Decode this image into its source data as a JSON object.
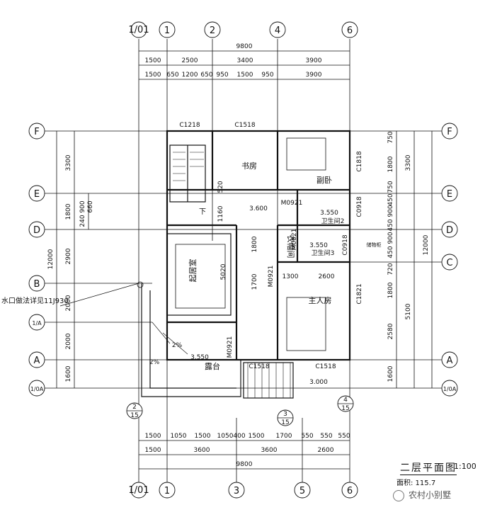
{
  "overall_dims": {
    "top_total": "9800",
    "top_row1": [
      "1500",
      "2500",
      "3400",
      "3900"
    ],
    "top_row2": [
      "1500",
      "650",
      "1200",
      "650",
      "950",
      "1500",
      "950",
      "3900"
    ],
    "bottom_row1": [
      "1500",
      "1050",
      "1500",
      "1050",
      "400",
      "1500",
      "1700",
      "550",
      "550",
      "550"
    ],
    "bottom_row2": [
      "1500",
      "3600",
      "3600",
      "2600"
    ],
    "bottom_total": "9800",
    "left_total": "12000",
    "left_segments": [
      "3300",
      "1800",
      "2900",
      "2000",
      "2000",
      "1600"
    ],
    "left_inner": [
      "240",
      "900",
      "660"
    ],
    "right_total": "12000",
    "right_segments_a": [
      "750",
      "1800",
      "750",
      "450",
      "900",
      "450",
      "900",
      "450",
      "720",
      "1800",
      "2580",
      "1600"
    ],
    "right_segments_b": [
      "3300",
      "5100"
    ]
  },
  "grid_top": [
    "1/01",
    "1",
    "2",
    "4",
    "6"
  ],
  "grid_bottom": [
    "1/01",
    "1",
    "3",
    "5",
    "6"
  ],
  "grid_left": [
    "F",
    "E",
    "D",
    "B",
    "1/A",
    "A",
    "1/0A"
  ],
  "grid_right": [
    "F",
    "E",
    "D",
    "C",
    "A",
    "1/0A"
  ],
  "rooms": {
    "study": "书房",
    "guest_bedroom": "副卧",
    "living_room": "起居室",
    "master_bedroom": "主人房",
    "terrace": "露台",
    "walk_in_closet": "衣帽间",
    "bathroom2": "卫生间2",
    "bathroom3": "卫生间3",
    "down": "下",
    "cabinet": "储物柜"
  },
  "windows_doors": [
    "C1218",
    "C1518",
    "C1818",
    "C0918",
    "C0918",
    "C1821",
    "M0921",
    "M0821",
    "M0921",
    "M0921",
    "C1518",
    "C1518"
  ],
  "levels": [
    "3.600",
    "3.550",
    "3.550",
    "3.550",
    "3.000"
  ],
  "misc_dims": [
    "520",
    "1160",
    "1800",
    "1700",
    "1300",
    "2600",
    "5020"
  ],
  "slopes": [
    "2%",
    "2%"
  ],
  "drain_note": "水口做法详见11J930",
  "callouts": [
    {
      "top": "2",
      "bottom": "15"
    },
    {
      "top": "3",
      "bottom": "15"
    },
    {
      "top": "4",
      "bottom": "15"
    }
  ],
  "title": "二层平面图",
  "scale": "1:100",
  "area": "面积: 115.7",
  "watermark": "农村小别墅"
}
